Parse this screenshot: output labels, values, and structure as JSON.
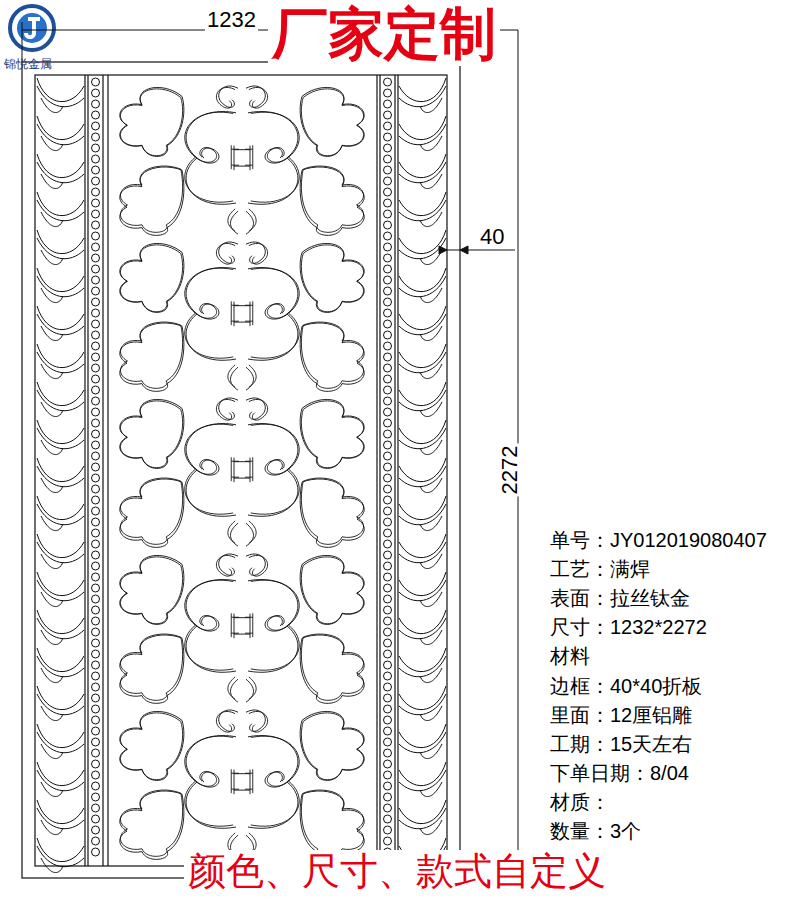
{
  "diagram": {
    "title": "厂家定制",
    "caption": "颜色、尺寸、款式自定义",
    "labels": [
      "锦悦金属",
      "1232",
      "40",
      "2272",
      "单号：JY012019080407",
      "工艺：满焊",
      "表面：拉丝钛金",
      "尺寸：1232*2272",
      "材料",
      "边框：40*40折板",
      "里面：12厘铝雕",
      "工期：15天左右",
      "下单日期：8/04",
      "材质：",
      "数量：3个"
    ]
  }
}
